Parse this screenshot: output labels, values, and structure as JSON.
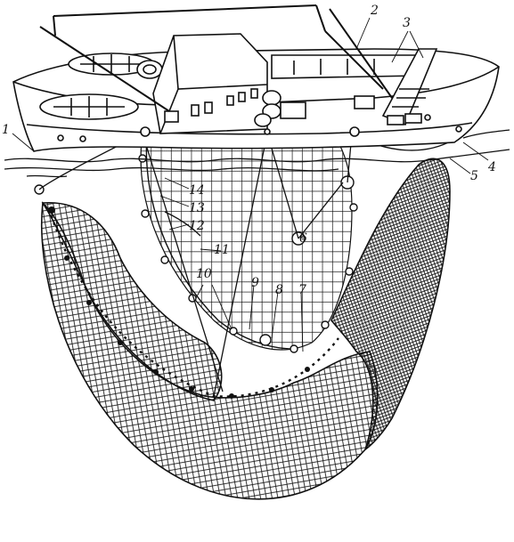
{
  "figure": {
    "labels": [
      "1",
      "2",
      "3",
      "4",
      "5",
      "6",
      "7",
      "8",
      "9",
      "10",
      "11",
      "12",
      "13",
      "14"
    ]
  },
  "style": {
    "ink": "#111111",
    "paper": "#ffffff"
  }
}
